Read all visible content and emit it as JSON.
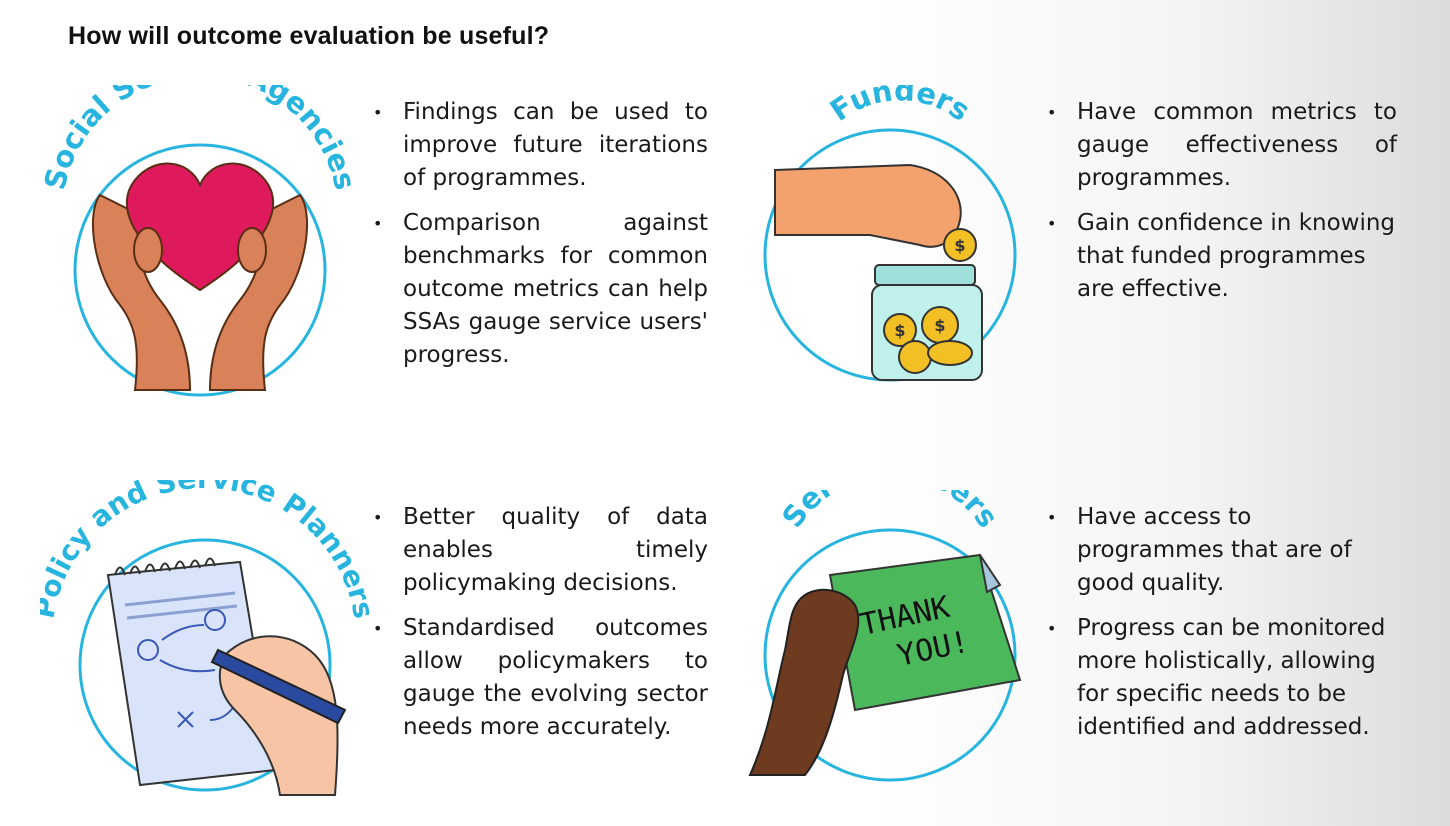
{
  "title": "How will outcome evaluation be useful?",
  "panels": [
    {
      "heading": "Social Service Agencies",
      "bullets": [
        "Findings can be used to improve future iterations of programmes.",
        "Comparison against benchmarks for common outcome metrics can help SSAs gauge service users' progress."
      ]
    },
    {
      "heading": "Funders",
      "bullets": [
        "Have common metrics to gauge effectiveness of programmes.",
        "Gain confidence in knowing that funded programmes are effective."
      ]
    },
    {
      "heading": "Policy and Service Planners",
      "bullets": [
        "Better quality of data enables timely policymaking decisions.",
        "Standardised outcomes allow policymakers to gauge the evolving sector needs more accurately."
      ]
    },
    {
      "heading": "Service Users",
      "bullets": [
        "Have access to programmes that are of good quality.",
        "Progress can be monitored more holistically, allowing for specific needs to be identified and addressed."
      ]
    }
  ],
  "thank_you_note": [
    "THANK",
    "YOU!"
  ],
  "colors": {
    "accent": "#27b5e0",
    "heart": "#de1a5c",
    "skin_light": "#d9825a",
    "skin_dark": "#6e3a20",
    "note_green": "#4cb85c",
    "jar": "#9fe0dc",
    "coin": "#f2c024"
  }
}
